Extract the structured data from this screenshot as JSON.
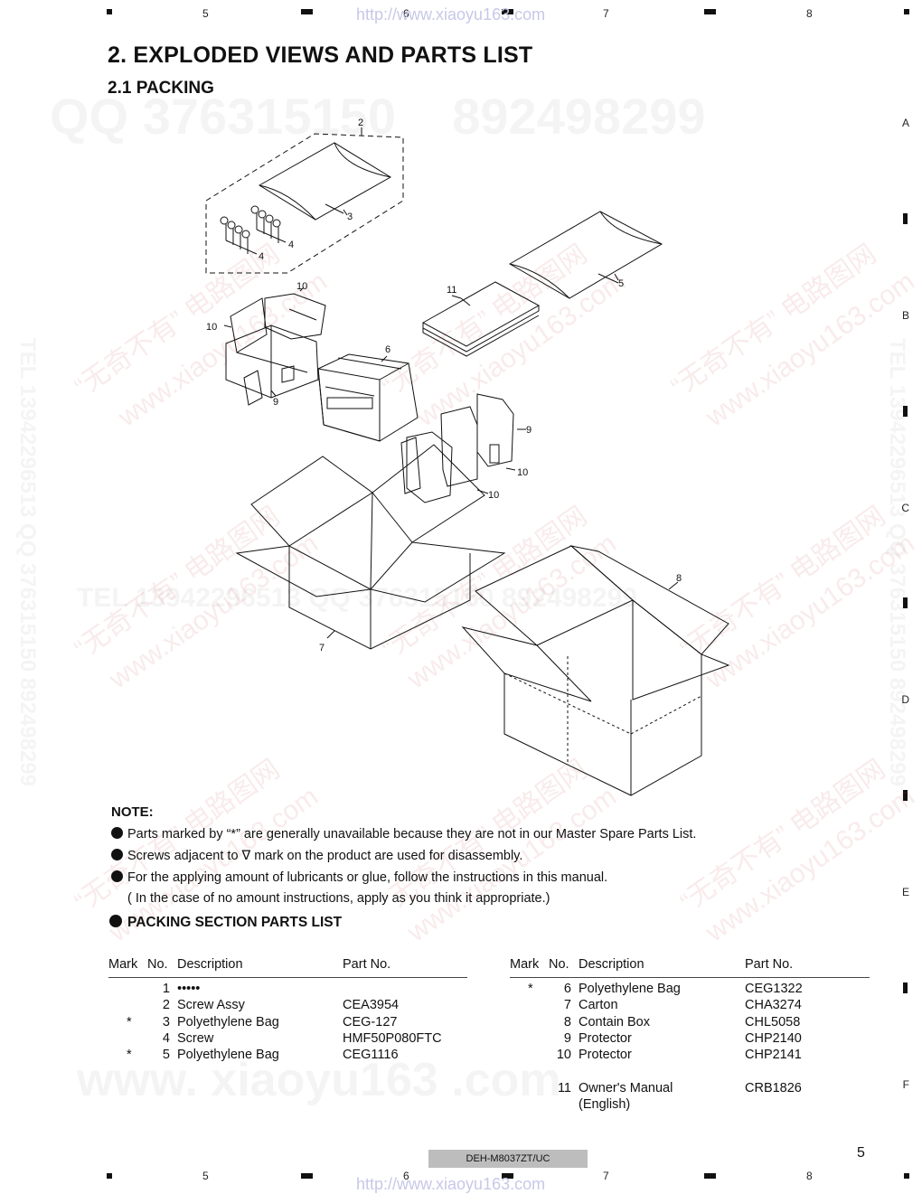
{
  "frame": {
    "top_numbers": [
      "5",
      "6",
      "7",
      "8"
    ],
    "bottom_numbers": [
      "5",
      "6",
      "7",
      "8"
    ],
    "side_letters": [
      "A",
      "B",
      "C",
      "D",
      "E",
      "F"
    ]
  },
  "watermark_url": "http://www.xiaoyu163.com",
  "watermarks": {
    "qq": "QQ 376315150    892498299",
    "tel_line": "TEL 13942296513    QQ 376315150  892498299",
    "side": "TEL 13942296513  QQ 376315150  892498299",
    "bottom": "www. xiaoyu163 .com",
    "red": "“无奇不有” 电路图网",
    "red_url": "www.xiaoyu163.com"
  },
  "title": "2. EXPLODED VIEWS AND PARTS LIST",
  "subtitle": "2.1 PACKING",
  "diagram_callouts": [
    "2",
    "3",
    "4",
    "4",
    "5",
    "6",
    "7",
    "8",
    "9",
    "9",
    "10",
    "10",
    "10",
    "10",
    "11"
  ],
  "note": {
    "title": "NOTE:",
    "items": [
      "Parts marked by “*” are generally unavailable because they are not in our Master Spare Parts List.",
      "Screws adjacent to ∇ mark on the product are used for disassembly.",
      "For the applying amount of lubricants or glue, follow the instructions in this manual."
    ],
    "sub": "( In the case of no amount instructions, apply as you think it appropriate.)"
  },
  "parts_list_heading": "PACKING SECTION PARTS LIST",
  "table_headers": {
    "mark": "Mark",
    "no": "No.",
    "description": "Description",
    "part_no": "Part No."
  },
  "parts_left": [
    {
      "mark": "",
      "no": "1",
      "description": "•••••",
      "part_no": ""
    },
    {
      "mark": "",
      "no": "2",
      "description": "Screw Assy",
      "part_no": "CEA3954"
    },
    {
      "mark": "*",
      "no": "3",
      "description": "Polyethylene Bag",
      "part_no": "CEG-127"
    },
    {
      "mark": "",
      "no": "4",
      "description": "Screw",
      "part_no": "HMF50P080FTC"
    },
    {
      "mark": "*",
      "no": "5",
      "description": "Polyethylene Bag",
      "part_no": "CEG1116"
    }
  ],
  "parts_right": [
    {
      "mark": "*",
      "no": "6",
      "description": "Polyethylene Bag",
      "part_no": "CEG1322"
    },
    {
      "mark": "",
      "no": "7",
      "description": "Carton",
      "part_no": "CHA3274"
    },
    {
      "mark": "",
      "no": "8",
      "description": "Contain Box",
      "part_no": "CHL5058"
    },
    {
      "mark": "",
      "no": "9",
      "description": "Protector",
      "part_no": "CHP2140"
    },
    {
      "mark": "",
      "no": "10",
      "description": "Protector",
      "part_no": "CHP2141"
    },
    {
      "mark": "",
      "no": "",
      "description": "",
      "part_no": ""
    },
    {
      "mark": "",
      "no": "11",
      "description": "Owner's Manual",
      "part_no": "CRB1826"
    },
    {
      "mark": "",
      "no": "",
      "description": "(English)",
      "part_no": ""
    }
  ],
  "footer": {
    "model": "DEH-M8037ZT/UC",
    "page": "5"
  }
}
